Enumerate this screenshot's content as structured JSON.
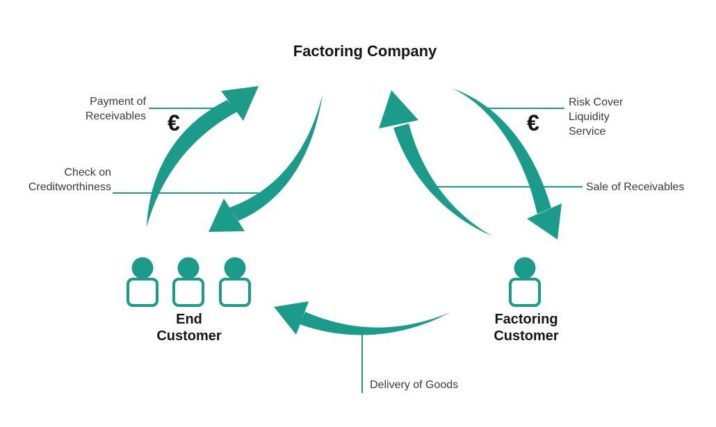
{
  "diagram": {
    "colors": {
      "accent": "#1b9c8b",
      "label_text": "#3a3a3a",
      "heading_text": "#141414",
      "background": "#ffffff"
    },
    "nodes": {
      "factoring_company": "Factoring Company",
      "end_customer": {
        "line1": "End",
        "line2": "Customer"
      },
      "factoring_customer": {
        "line1": "Factoring",
        "line2": "Customer"
      }
    },
    "labels": {
      "payment": {
        "line1": "Payment of",
        "line2": "Receivables"
      },
      "euro_left": "€",
      "check": {
        "line1": "Check on",
        "line2": "Creditworthiness"
      },
      "risk": {
        "line1": "Risk Cover",
        "line2": "Liquidity",
        "line3": "Service"
      },
      "euro_right": "€",
      "sale": "Sale of Receivables",
      "delivery": "Delivery of Goods"
    },
    "arrows": [
      {
        "name": "payment-arrow",
        "direction": "End Customer to Factoring Company",
        "label": "Payment of Receivables €"
      },
      {
        "name": "creditworthiness-arrow",
        "direction": "Factoring Company to End Customer",
        "label": "Check on Creditworthiness"
      },
      {
        "name": "risk-cover-arrow",
        "direction": "Factoring Company to Factoring Customer",
        "label": "Risk Cover Liquidity Service €"
      },
      {
        "name": "sale-of-receivables-arrow",
        "direction": "Factoring Customer to Factoring Company",
        "label": "Sale of Receivables"
      },
      {
        "name": "delivery-arrow",
        "direction": "Factoring Customer to End Customer",
        "label": "Delivery of Goods"
      }
    ]
  }
}
